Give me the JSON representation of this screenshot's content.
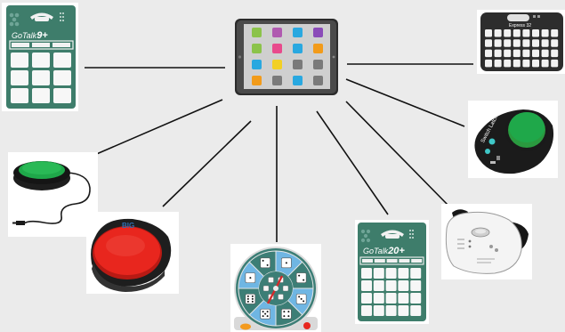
{
  "colors": {
    "background": "#ebebeb",
    "connector": "#111111",
    "gotalk_body": "#3e7d6b",
    "switch_green": "#1fa84a",
    "switch_red": "#e8261e",
    "switch_body": "#1e1e1e",
    "spinner_teal": "#3c7e76",
    "spinner_blue": "#6fb6e3",
    "ipad_frame": "#2b2b2b"
  },
  "devices": {
    "gotalk9": {
      "brand": "GoTalk",
      "suffix": "9+"
    },
    "express32": {
      "label": "Express 32"
    },
    "big_switch": {
      "brand": "BIG"
    },
    "switch_latch": {
      "label": "Switch Latch"
    },
    "gotalk20": {
      "brand": "GoTalk",
      "suffix": "20+"
    },
    "ipad": {
      "app_tile_colors": [
        "#8bc34a",
        "#b05ab0",
        "#29a8e0",
        "#8a4bb8",
        "#8bc34a",
        "#e84a8c",
        "#29a8e0",
        "#f29b1a",
        "#29a8e0",
        "#f2d024",
        "#7a7a7a",
        "#7a7a7a",
        "#f29b1a",
        "#7a7a7a",
        "#29a8e0",
        "#7a7a7a"
      ]
    }
  }
}
